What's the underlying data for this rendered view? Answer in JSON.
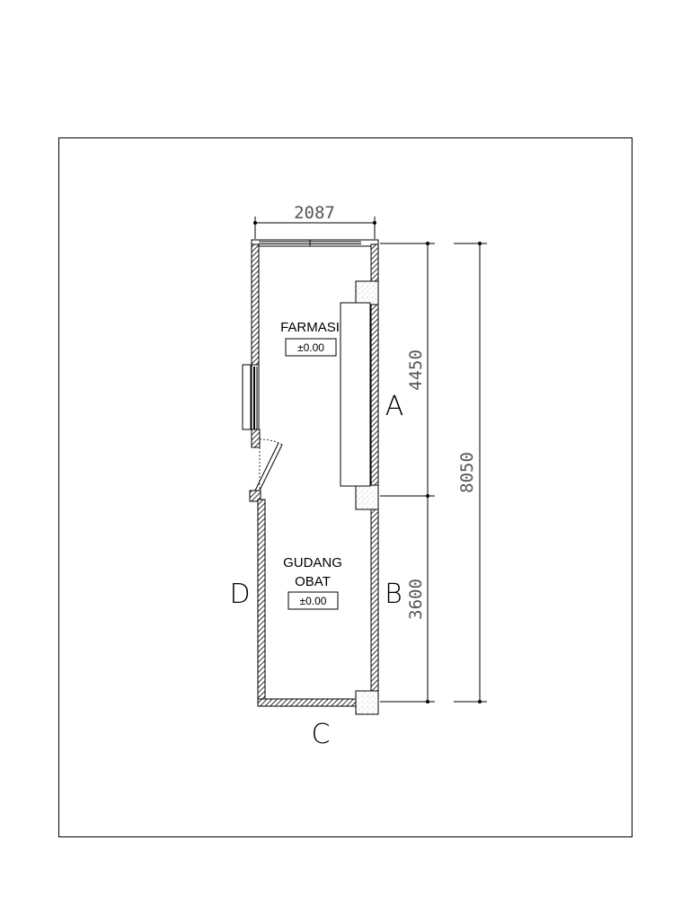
{
  "rooms": [
    {
      "name": "FARMASI",
      "level": "±0.00"
    },
    {
      "name_line1": "GUDANG",
      "name_line2": "OBAT",
      "level": "±0.00"
    }
  ],
  "dimensions": {
    "width": "2087",
    "upper_segment": "4450",
    "lower_segment": "3600",
    "total": "8050"
  },
  "axes": {
    "a": "A",
    "b": "B",
    "c": "C",
    "d": "D"
  }
}
